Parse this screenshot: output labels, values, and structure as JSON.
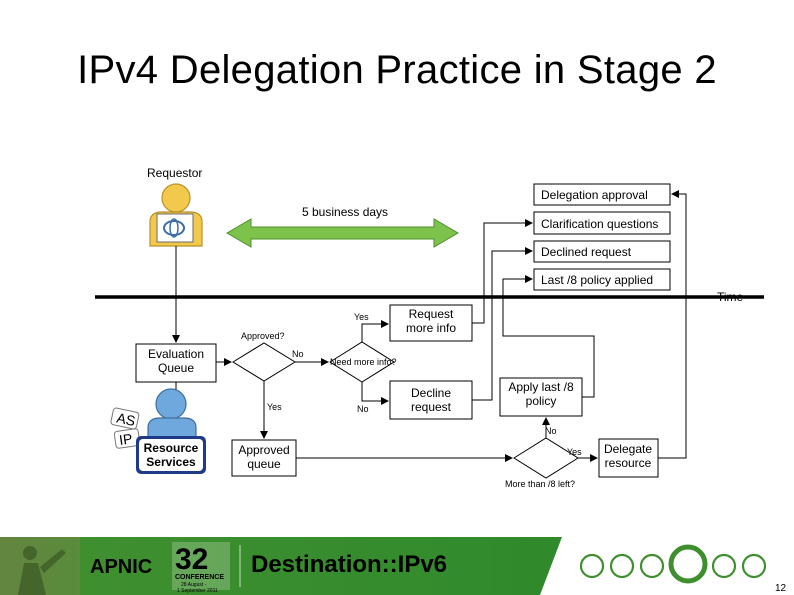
{
  "slide": {
    "title": "IPv4 Delegation Practice in Stage 2",
    "page_number": "12"
  },
  "actors": {
    "requestor": "Requestor",
    "resource_services_line1": "Resource",
    "resource_services_line2": "Services",
    "badge_as": "AS",
    "badge_ip": "IP"
  },
  "timeline": {
    "label": "Time",
    "duration_label": "5 business days"
  },
  "outcomes": {
    "delegation_approval": "Delegation approval",
    "clarification_questions": "Clarification questions",
    "declined_request": "Declined request",
    "last8_policy_applied": "Last /8 policy applied"
  },
  "flow": {
    "evaluation_queue_1": "Evaluation",
    "evaluation_queue_2": "Queue",
    "approved_q": "Approved?",
    "no_1": "No",
    "yes_1": "Yes",
    "need_more_info_q": "Need more info?",
    "yes_2": "Yes",
    "no_2": "No",
    "request_more_info_1": "Request",
    "request_more_info_2": "more info",
    "decline_request_1": "Decline",
    "decline_request_2": "request",
    "apply_last8_1": "Apply last /8",
    "apply_last8_2": "policy",
    "no_3": "No",
    "yes_3": "Yes",
    "more_than_8_q": "More than /8 left?",
    "approved_queue_1": "Approved",
    "approved_queue_2": "queue",
    "delegate_resource_1": "Delegate",
    "delegate_resource_2": "resource"
  },
  "footer": {
    "apnic": "APNIC",
    "conf_number": "32",
    "conference": "CONFERENCE",
    "dates_1": "28 August -",
    "dates_2": "1 September 2011",
    "tagline": "Destination::IPv6"
  },
  "colors": {
    "arrow_green": "#7dc24b",
    "footer_green": "#3f8f2f",
    "footer_dark": "#2a6f24",
    "resource_blue": "#1f3b88",
    "person_yellow": "#f2c94c",
    "person_blue": "#6fa8dc"
  }
}
